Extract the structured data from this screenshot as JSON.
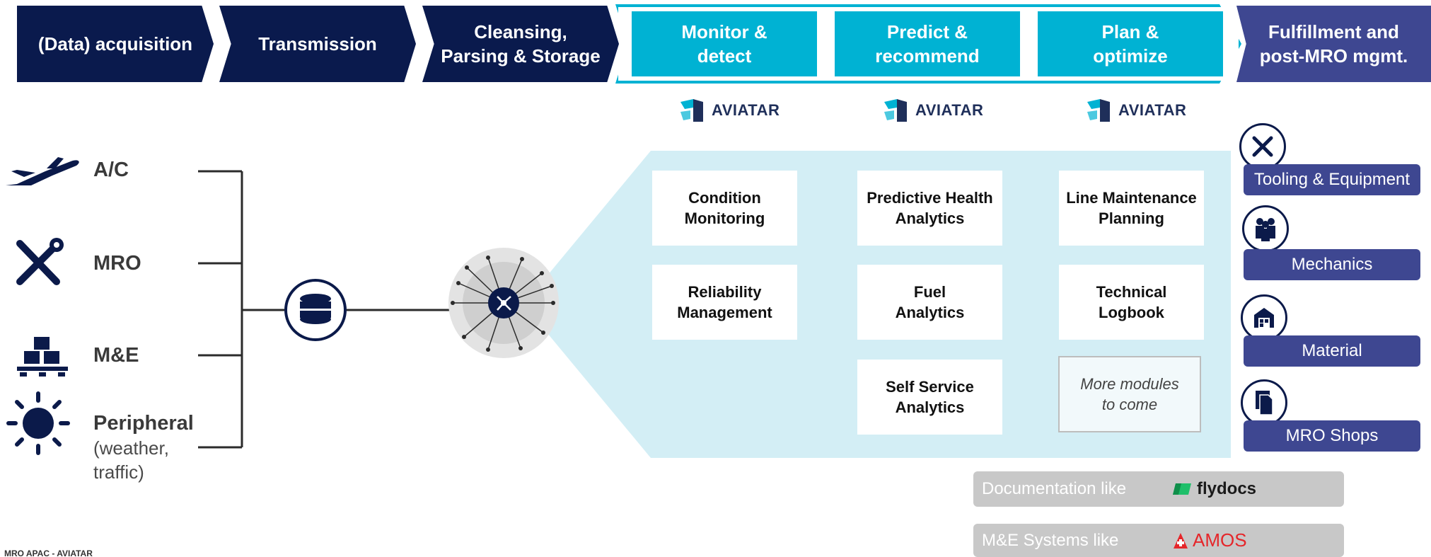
{
  "process": {
    "step1": "(Data) acquisition",
    "step2": "Transmission",
    "step3_line1": "Cleansing,",
    "step3_line2": "Parsing & Storage",
    "step4_line1": "Monitor &",
    "step4_line2": "detect",
    "step5_line1": "Predict &",
    "step5_line2": "recommend",
    "step6_line1": "Plan &",
    "step6_line2": "optimize",
    "step7_line1": "Fulfillment and",
    "step7_line2": "post-MRO mgmt."
  },
  "brand": {
    "aviatar": "AVIATAR"
  },
  "sources": {
    "ac": "A/C",
    "mro": "MRO",
    "me": "M&E",
    "peripheral": "Peripheral",
    "peripheral_sub1": "(weather,",
    "peripheral_sub2": "traffic)"
  },
  "modules": {
    "condition_1": "Condition",
    "condition_2": "Monitoring",
    "reliability_1": "Reliability",
    "reliability_2": "Management",
    "predictive_1": "Predictive Health",
    "predictive_2": "Analytics",
    "fuel_1": "Fuel",
    "fuel_2": "Analytics",
    "selfservice_1": "Self Service",
    "selfservice_2": "Analytics",
    "line_1": "Line Maintenance",
    "line_2": "Planning",
    "logbook_1": "Technical",
    "logbook_2": "Logbook",
    "more_1": "More modules",
    "more_2": "to come"
  },
  "fulfillment": {
    "tooling": "Tooling & Equipment",
    "mechanics": "Mechanics",
    "material": "Material",
    "shops": "MRO Shops"
  },
  "systems": {
    "doc_label": "Documentation like",
    "doc_brand": "flydocs",
    "me_label": "M&E Systems like",
    "me_brand": "AMOS"
  },
  "footer": "MRO APAC - AVIATAR",
  "colors": {
    "navy": "#0a1a4d",
    "cyan": "#00b2d3",
    "purple": "#3e4791",
    "light_blue": "#d3eef5",
    "gray": "#c8c8c8",
    "amos_red": "#e5262a",
    "flydocs_green": "#1fbf6a"
  }
}
